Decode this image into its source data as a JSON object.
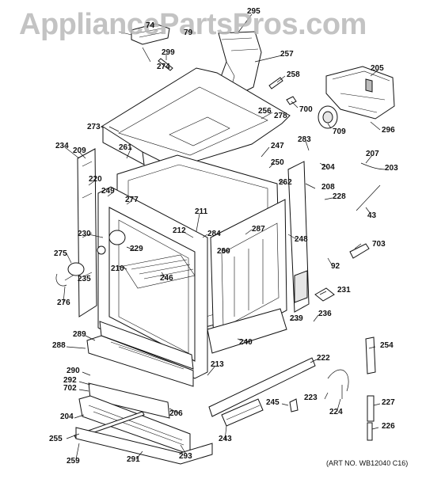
{
  "watermark": "AppliancePartsPros.com",
  "art_number": "(ART NO. WB12040 C16)",
  "callouts": {
    "c295": "295",
    "c74": "74",
    "c79": "79",
    "c299": "299",
    "c274": "274",
    "c257": "257",
    "c258": "258",
    "c205": "205",
    "c700": "700",
    "c256": "256",
    "c278": "278",
    "c709": "709",
    "c296": "296",
    "c273": "273",
    "c283": "283",
    "c234": "234",
    "c209": "209",
    "c261": "261",
    "c247": "247",
    "c207": "207",
    "c204a": "204",
    "c203": "203",
    "c250": "250",
    "c220": "220",
    "c262": "262",
    "c208": "208",
    "c249": "249",
    "c228": "228",
    "c277": "277",
    "c211": "211",
    "c43": "43",
    "c284": "284",
    "c287": "287",
    "c212": "212",
    "c230": "230",
    "c248": "248",
    "c703": "703",
    "c229": "229",
    "c260": "260",
    "c275": "275",
    "c92": "92",
    "c210": "210",
    "c246": "246",
    "c235": "235",
    "c231": "231",
    "c276": "276",
    "c236": "236",
    "c239": "239",
    "c289": "289",
    "c240": "240",
    "c288": "288",
    "c254": "254",
    "c222": "222",
    "c213": "213",
    "c290": "290",
    "c292": "292",
    "c702": "702",
    "c245": "245",
    "c223": "223",
    "c227": "227",
    "c206": "206",
    "c224": "224",
    "c204b": "204",
    "c255": "255",
    "c243": "243",
    "c226": "226",
    "c259": "259",
    "c291": "291",
    "c293": "293"
  }
}
